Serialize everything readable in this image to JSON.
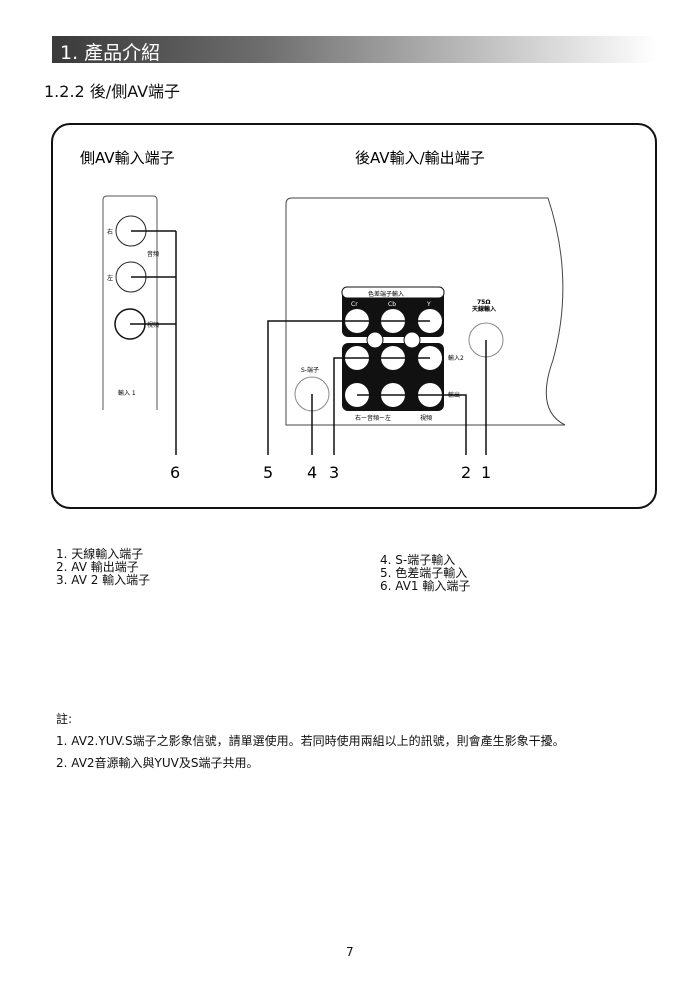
{
  "header": {
    "section_title": "1. 產品介紹",
    "subsection_title": "1.2.2 後/側AV端子"
  },
  "diagram": {
    "side_title": "側AV輸入端子",
    "rear_title": "後AV輸入/輸出端子",
    "side_labels": {
      "right": "右",
      "left": "左",
      "audio": "音頻",
      "video": "視頻",
      "input1": "輸入 1"
    },
    "rear_labels": {
      "component": "色差端子輸入",
      "cr": "Cr",
      "cb": "Cb",
      "y": "Y",
      "input2": "輸入2",
      "output": "輸出",
      "svideo": "S-端子",
      "audio_rl": "右ー音頻ー左",
      "video": "視頻",
      "antenna_ohm": "75Ω",
      "antenna": "天線輸入"
    },
    "callouts": [
      "6",
      "5",
      "4",
      "3",
      "2",
      "1"
    ]
  },
  "legend_left": [
    "1. 天線輸入端子",
    "2. AV 輸出端子",
    "3. AV 2 輸入端子"
  ],
  "legend_right": [
    "4. S-端子輸入",
    "5. 色差端子輸入",
    "6. AV1 輸入端子"
  ],
  "notes": {
    "title": "註:",
    "items": [
      "1. AV2.YUV.S端子之影象信號，請單選使用。若同時使用兩組以上的訊號，則會產生影象干擾。",
      "2. AV2音源輸入與YUV及S端子共用。"
    ]
  },
  "page_number": "7"
}
